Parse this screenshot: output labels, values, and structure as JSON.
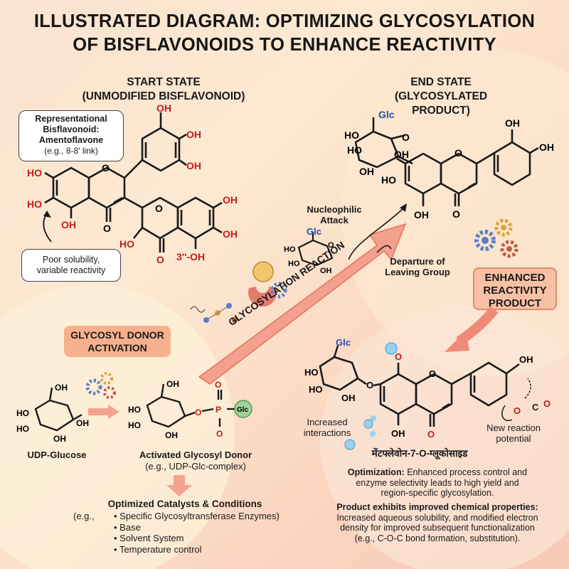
{
  "title": {
    "line1": "Illustrated Diagram: Optimizing Glycosylation",
    "line2": "of Bisflavonoids to Enhance Reactivity"
  },
  "start": {
    "header1": "Start State",
    "header2": "(Unmodified Bisflavonoid)",
    "callout_line1": "Representational",
    "callout_line2": "Bisflavonoid:",
    "callout_line3": "Amentoflavone",
    "callout_line4": "(e.g., 8-8' link)",
    "note_line1": "Poor solubility,",
    "note_line2": "variable reactivity",
    "oh": "OH",
    "ho": "HO",
    "o": "O",
    "label_3oh": "3''-OH"
  },
  "end": {
    "header1": "End State",
    "header2": "(Glycosylated Product)",
    "glc": "Glc"
  },
  "reaction": {
    "arrow_label": "Glycosylation Reaction",
    "nucleophilic_1": "Nucleophilic",
    "nucleophilic_2": "Attack",
    "departure_1": "Departure of",
    "departure_2": "Leaving Group"
  },
  "enhanced": {
    "line1": "Enhanced",
    "line2": "Reactivity",
    "line3": "Product"
  },
  "donor": {
    "pill_line1": "Glycosyl Donor",
    "pill_line2": "Activation",
    "udp_label": "UDP-Glucose",
    "activated_label": "Activated Glycosyl Donor",
    "activated_sub": "(e.g., UDP-Glc-complex)",
    "p": "P",
    "glc": "Glc"
  },
  "conditions": {
    "title": "Optimized Catalysts & Conditions",
    "eg": "(e.g.,",
    "items": [
      "Specific Glycosyltransferase Enzymes)",
      "Base",
      "Solvent System",
      "Temperature control"
    ]
  },
  "product": {
    "increased_1": "Increased",
    "increased_2": "interactions",
    "new_1": "New reaction",
    "new_2": "potential",
    "name": "मेंटफ्लेवोन-7-O-ग्लूकोसाइड",
    "c": "C"
  },
  "summary": {
    "opt_bold": "Optimization:",
    "opt_rest": " Enhanced process control and",
    "opt_line2": "enzyme selectivity leads to high yield and",
    "opt_line3": "region-specific glycosylation.",
    "prop_bold": "Product exhibits improved chemical properties:",
    "prop_line2": "Increased aqueous solubility, and modified electron",
    "prop_line3": "density for improved subsequent functionalization",
    "prop_line4": "(e.g., C-O-C bond formation, substitution)."
  },
  "colors": {
    "oh_red": "#c01c1c",
    "glc_blue": "#2a4aa8",
    "arrow_salmon": "#f08a78",
    "pill_peach": "#f7b08e",
    "glc_green": "#9fd39a"
  },
  "icons": [
    "gear-icon",
    "enzyme-icon",
    "molecule-dots-icon",
    "water-droplet-icon",
    "arrow-icon"
  ]
}
